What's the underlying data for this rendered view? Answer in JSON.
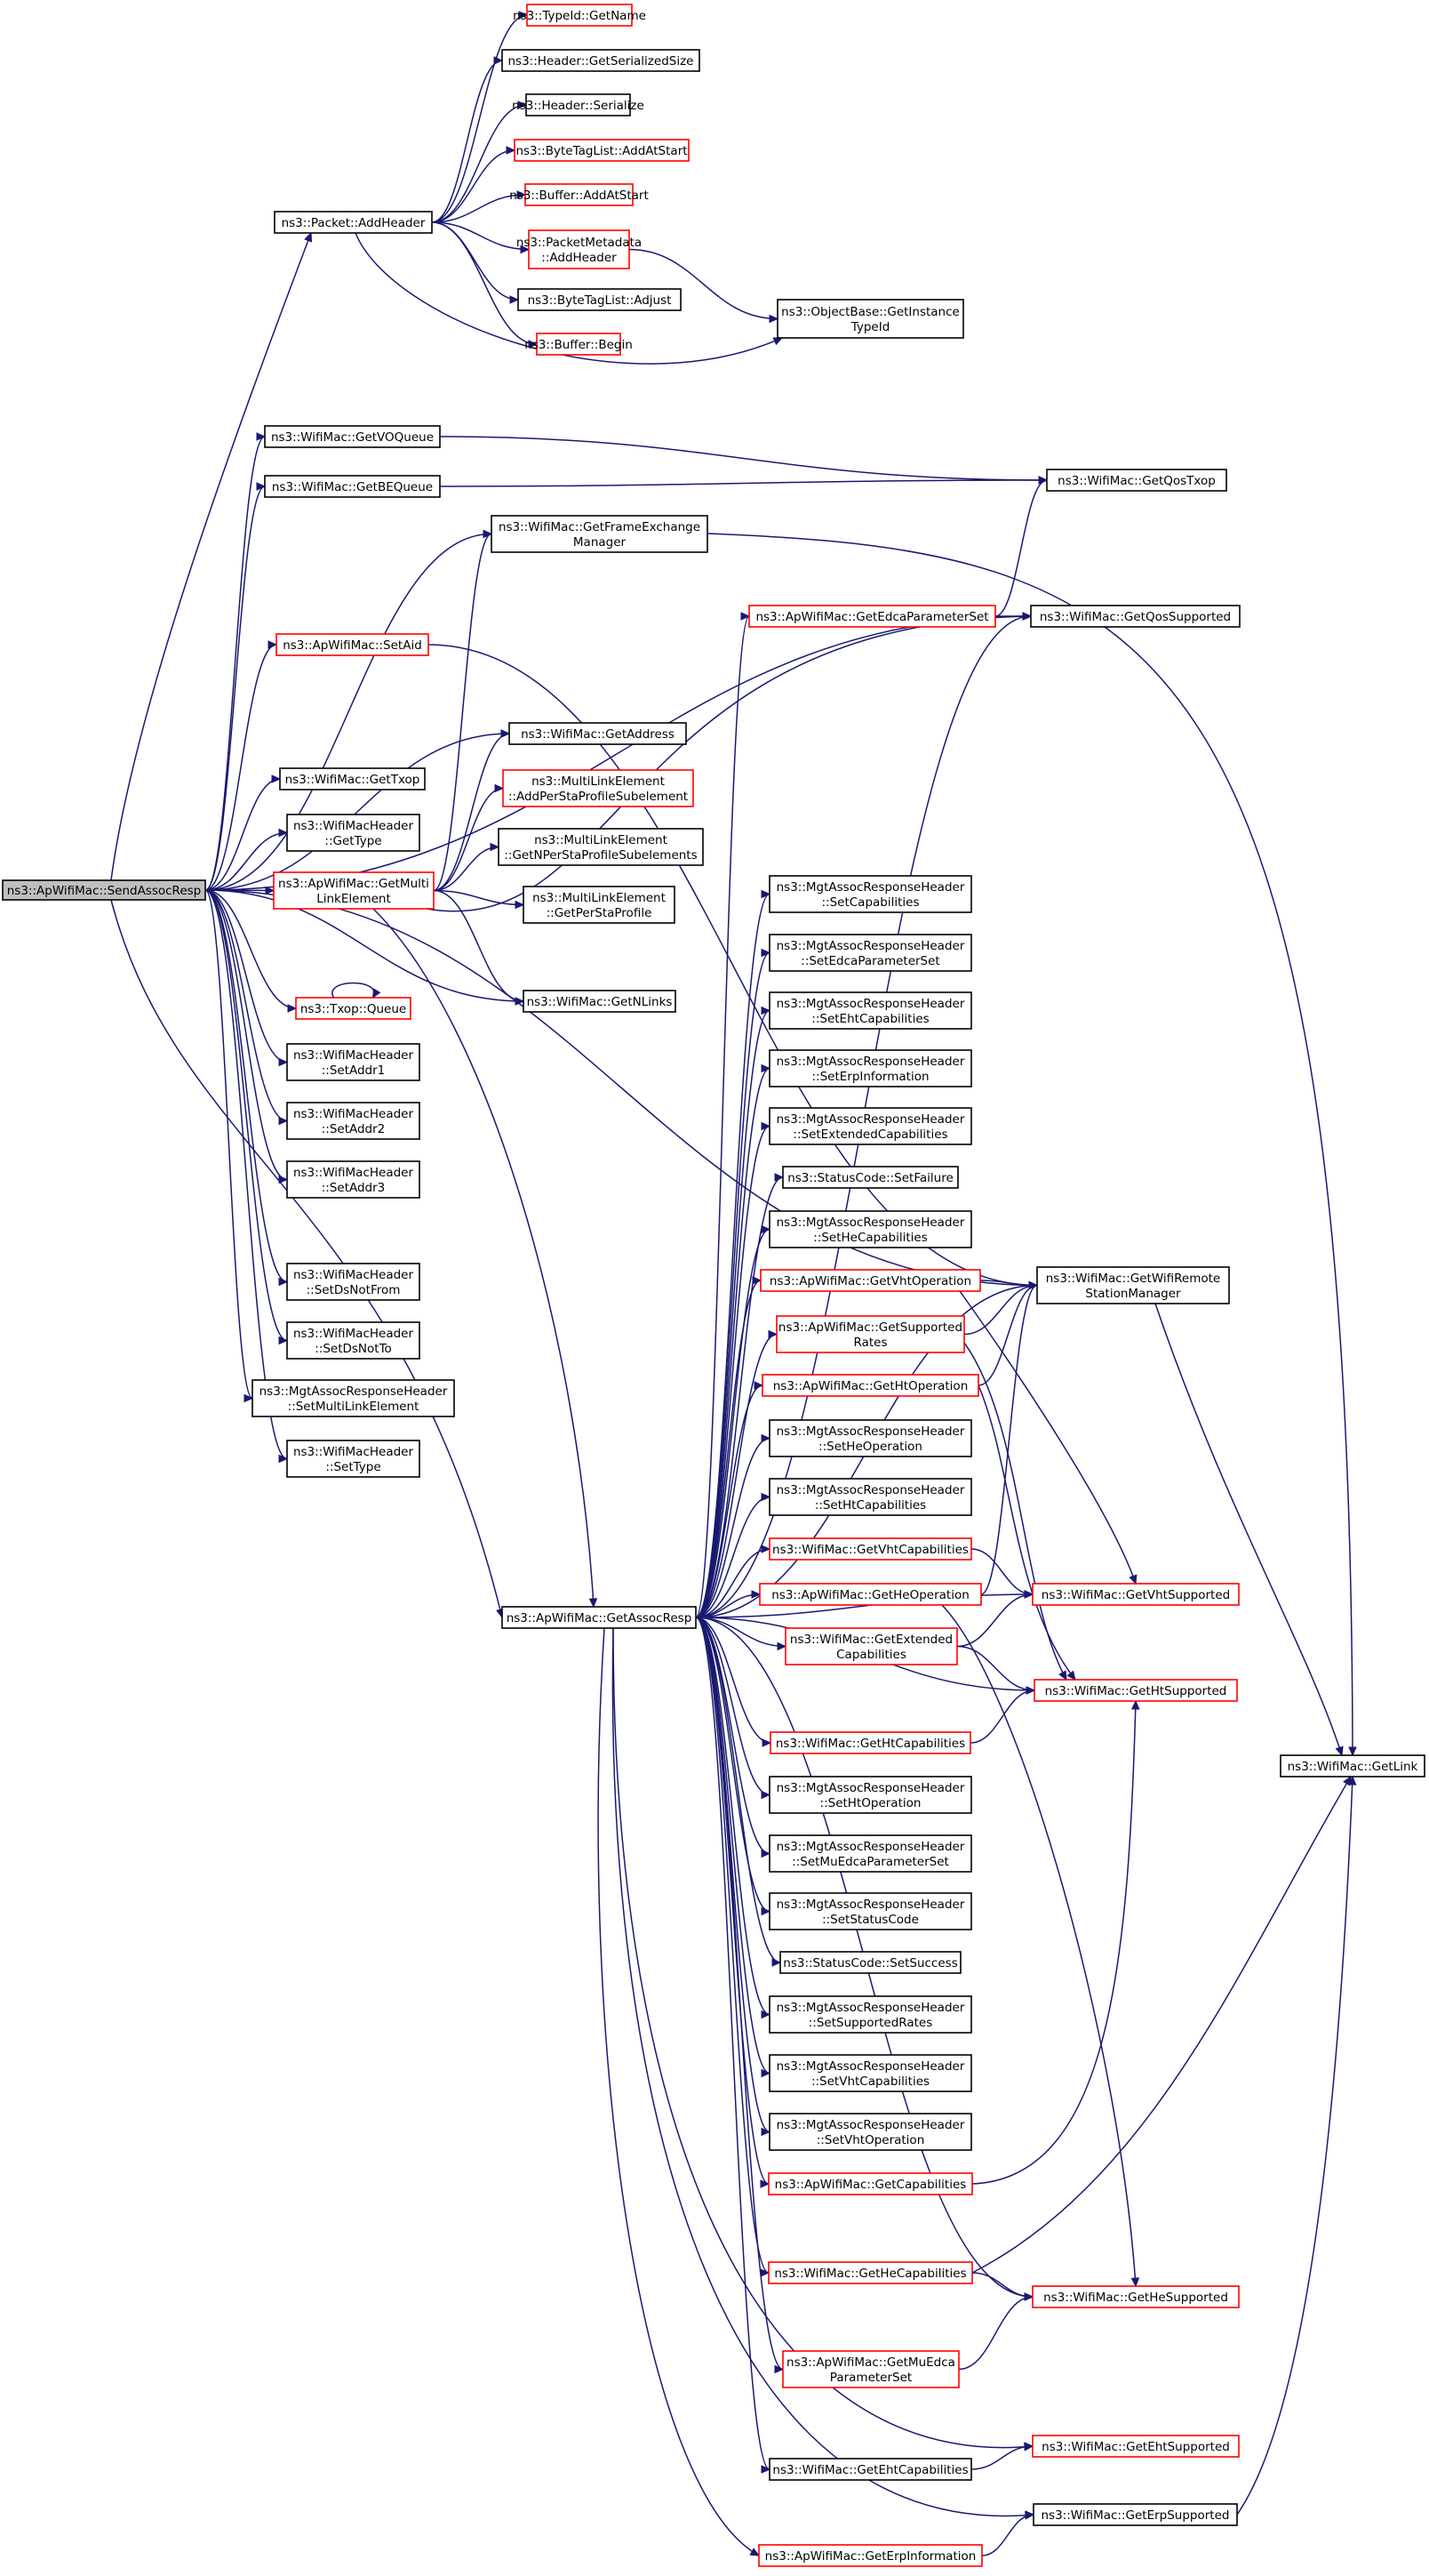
{
  "colors": {
    "edge": "#191970",
    "border_documented": "#000000",
    "border_undocumented": "#ff0000",
    "root_fill": "#bfbfbf",
    "node_fill": "#ffffff"
  },
  "nodes": {
    "send": {
      "lines": [
        "ns3::ApWifiMac::SendAssocResp"
      ],
      "root": true
    },
    "addheader": {
      "lines": [
        "ns3::Packet::AddHeader"
      ]
    },
    "typeid_getname": {
      "lines": [
        "ns3::TypeId::GetName"
      ],
      "red": true
    },
    "hdr_getsersize": {
      "lines": [
        "ns3::Header::GetSerializedSize"
      ]
    },
    "hdr_serialize": {
      "lines": [
        "ns3::Header::Serialize"
      ]
    },
    "btl_addatstart": {
      "lines": [
        "ns3::ByteTagList::AddAtStart"
      ],
      "red": true
    },
    "buf_addatstart": {
      "lines": [
        "ns3::Buffer::AddAtStart"
      ],
      "red": true
    },
    "pm_addheader": {
      "lines": [
        "ns3::PacketMetadata",
        "::AddHeader"
      ],
      "red": true
    },
    "btl_adjust": {
      "lines": [
        "ns3::ByteTagList::Adjust"
      ]
    },
    "buf_begin": {
      "lines": [
        "ns3::Buffer::Begin"
      ],
      "red": true
    },
    "objbase": {
      "lines": [
        "ns3::ObjectBase::GetInstance",
        "TypeId"
      ]
    },
    "getvoq": {
      "lines": [
        "ns3::WifiMac::GetVOQueue"
      ]
    },
    "getbeq": {
      "lines": [
        "ns3::WifiMac::GetBEQueue"
      ]
    },
    "getfem": {
      "lines": [
        "ns3::WifiMac::GetFrameExchange",
        "Manager"
      ]
    },
    "getqostxop": {
      "lines": [
        "ns3::WifiMac::GetQosTxop"
      ]
    },
    "getedca": {
      "lines": [
        "ns3::ApWifiMac::GetEdcaParameterSet"
      ],
      "red": true
    },
    "getqossup": {
      "lines": [
        "ns3::WifiMac::GetQosSupported"
      ]
    },
    "setaid": {
      "lines": [
        "ns3::ApWifiMac::SetAid"
      ],
      "red": true
    },
    "getaddress": {
      "lines": [
        "ns3::WifiMac::GetAddress"
      ]
    },
    "gettxop": {
      "lines": [
        "ns3::WifiMac::GetTxop"
      ]
    },
    "mle_addper": {
      "lines": [
        "ns3::MultiLinkElement",
        "::AddPerStaProfileSubelement"
      ],
      "red": true
    },
    "whdr_gettype": {
      "lines": [
        "ns3::WifiMacHeader",
        "::GetType"
      ]
    },
    "mle_getn": {
      "lines": [
        "ns3::MultiLinkElement",
        "::GetNPerStaProfileSubelements"
      ]
    },
    "getmulti": {
      "lines": [
        "ns3::ApWifiMac::GetMulti",
        "LinkElement"
      ],
      "red": true
    },
    "mle_getper": {
      "lines": [
        "ns3::MultiLinkElement",
        "::GetPerStaProfile"
      ]
    },
    "getnlinks": {
      "lines": [
        "ns3::WifiMac::GetNLinks"
      ]
    },
    "txopqueue": {
      "lines": [
        "ns3::Txop::Queue"
      ],
      "red": true
    },
    "setaddr1": {
      "lines": [
        "ns3::WifiMacHeader",
        "::SetAddr1"
      ]
    },
    "setaddr2": {
      "lines": [
        "ns3::WifiMacHeader",
        "::SetAddr2"
      ]
    },
    "setaddr3": {
      "lines": [
        "ns3::WifiMacHeader",
        "::SetAddr3"
      ]
    },
    "setdsnotfrom": {
      "lines": [
        "ns3::WifiMacHeader",
        "::SetDsNotFrom"
      ]
    },
    "setdsnotto": {
      "lines": [
        "ns3::WifiMacHeader",
        "::SetDsNotTo"
      ]
    },
    "setmle": {
      "lines": [
        "ns3::MgtAssocResponseHeader",
        "::SetMultiLinkElement"
      ]
    },
    "whdr_settype": {
      "lines": [
        "ns3::WifiMacHeader",
        "::SetType"
      ]
    },
    "getassocresp": {
      "lines": [
        "ns3::ApWifiMac::GetAssocResp"
      ]
    },
    "m_setcap": {
      "lines": [
        "ns3::MgtAssocResponseHeader",
        "::SetCapabilities"
      ]
    },
    "m_setedca": {
      "lines": [
        "ns3::MgtAssocResponseHeader",
        "::SetEdcaParameterSet"
      ]
    },
    "m_seteht": {
      "lines": [
        "ns3::MgtAssocResponseHeader",
        "::SetEhtCapabilities"
      ]
    },
    "m_seterp": {
      "lines": [
        "ns3::MgtAssocResponseHeader",
        "::SetErpInformation"
      ]
    },
    "m_setext": {
      "lines": [
        "ns3::MgtAssocResponseHeader",
        "::SetExtendedCapabilities"
      ]
    },
    "sc_setfailure": {
      "lines": [
        "ns3::StatusCode::SetFailure"
      ]
    },
    "m_sethecap": {
      "lines": [
        "ns3::MgtAssocResponseHeader",
        "::SetHeCapabilities"
      ]
    },
    "getvhtop": {
      "lines": [
        "ns3::ApWifiMac::GetVhtOperation"
      ],
      "red": true
    },
    "getwrsm": {
      "lines": [
        "ns3::WifiMac::GetWifiRemote",
        "StationManager"
      ]
    },
    "getsuprates": {
      "lines": [
        "ns3::ApWifiMac::GetSupported",
        "Rates"
      ],
      "red": true
    },
    "gethtop": {
      "lines": [
        "ns3::ApWifiMac::GetHtOperation"
      ],
      "red": true
    },
    "m_setheop": {
      "lines": [
        "ns3::MgtAssocResponseHeader",
        "::SetHeOperation"
      ]
    },
    "m_sethtcap": {
      "lines": [
        "ns3::MgtAssocResponseHeader",
        "::SetHtCapabilities"
      ]
    },
    "getvhtcap": {
      "lines": [
        "ns3::WifiMac::GetVhtCapabilities"
      ],
      "red": true
    },
    "getheop": {
      "lines": [
        "ns3::ApWifiMac::GetHeOperation"
      ],
      "red": true
    },
    "getvhtsup": {
      "lines": [
        "ns3::WifiMac::GetVhtSupported"
      ],
      "red": true
    },
    "getextcap": {
      "lines": [
        "ns3::WifiMac::GetExtended",
        "Capabilities"
      ],
      "red": true
    },
    "gethtsup": {
      "lines": [
        "ns3::WifiMac::GetHtSupported"
      ],
      "red": true
    },
    "gethtcap": {
      "lines": [
        "ns3::WifiMac::GetHtCapabilities"
      ],
      "red": true
    },
    "getlink": {
      "lines": [
        "ns3::WifiMac::GetLink"
      ]
    },
    "m_sethtop": {
      "lines": [
        "ns3::MgtAssocResponseHeader",
        "::SetHtOperation"
      ]
    },
    "m_setmuedca": {
      "lines": [
        "ns3::MgtAssocResponseHeader",
        "::SetMuEdcaParameterSet"
      ]
    },
    "m_setstatus": {
      "lines": [
        "ns3::MgtAssocResponseHeader",
        "::SetStatusCode"
      ]
    },
    "sc_setsuccess": {
      "lines": [
        "ns3::StatusCode::SetSuccess"
      ]
    },
    "m_setsuprates": {
      "lines": [
        "ns3::MgtAssocResponseHeader",
        "::SetSupportedRates"
      ]
    },
    "m_setvhtcap": {
      "lines": [
        "ns3::MgtAssocResponseHeader",
        "::SetVhtCapabilities"
      ]
    },
    "m_setvhtop": {
      "lines": [
        "ns3::MgtAssocResponseHeader",
        "::SetVhtOperation"
      ]
    },
    "getcaps": {
      "lines": [
        "ns3::ApWifiMac::GetCapabilities"
      ],
      "red": true
    },
    "gethecap": {
      "lines": [
        "ns3::WifiMac::GetHeCapabilities"
      ],
      "red": true
    },
    "gethesup": {
      "lines": [
        "ns3::WifiMac::GetHeSupported"
      ],
      "red": true
    },
    "getmuedca": {
      "lines": [
        "ns3::ApWifiMac::GetMuEdca",
        "ParameterSet"
      ],
      "red": true
    },
    "getehtsup": {
      "lines": [
        "ns3::WifiMac::GetEhtSupported"
      ],
      "red": true
    },
    "getehtcap": {
      "lines": [
        "ns3::WifiMac::GetEhtCapabilities"
      ]
    },
    "geterpsup": {
      "lines": [
        "ns3::WifiMac::GetErpSupported"
      ]
    },
    "geterpinfo": {
      "lines": [
        "ns3::ApWifiMac::GetErpInformation"
      ],
      "red": true
    }
  },
  "edges": [
    [
      "send",
      "addheader"
    ],
    [
      "send",
      "getvoq"
    ],
    [
      "send",
      "getbeq"
    ],
    [
      "send",
      "getfem"
    ],
    [
      "send",
      "getqossup"
    ],
    [
      "send",
      "setaid"
    ],
    [
      "send",
      "getaddress"
    ],
    [
      "send",
      "gettxop"
    ],
    [
      "send",
      "whdr_gettype"
    ],
    [
      "send",
      "getmulti"
    ],
    [
      "send",
      "getnlinks"
    ],
    [
      "send",
      "getwrsm"
    ],
    [
      "send",
      "txopqueue"
    ],
    [
      "send",
      "setaddr1"
    ],
    [
      "send",
      "setaddr2"
    ],
    [
      "send",
      "setaddr3"
    ],
    [
      "send",
      "setdsnotfrom"
    ],
    [
      "send",
      "setdsnotto"
    ],
    [
      "send",
      "setmle"
    ],
    [
      "send",
      "whdr_settype"
    ],
    [
      "send",
      "getassocresp"
    ],
    [
      "addheader",
      "typeid_getname"
    ],
    [
      "addheader",
      "hdr_getsersize"
    ],
    [
      "addheader",
      "hdr_serialize"
    ],
    [
      "addheader",
      "btl_addatstart"
    ],
    [
      "addheader",
      "buf_addatstart"
    ],
    [
      "addheader",
      "pm_addheader"
    ],
    [
      "addheader",
      "btl_adjust"
    ],
    [
      "addheader",
      "buf_begin"
    ],
    [
      "addheader",
      "objbase"
    ],
    [
      "pm_addheader",
      "objbase"
    ],
    [
      "getvoq",
      "getqostxop"
    ],
    [
      "getbeq",
      "getqostxop"
    ],
    [
      "getfem",
      "getlink"
    ],
    [
      "setaid",
      "getwrsm"
    ],
    [
      "getmulti",
      "getfem"
    ],
    [
      "getmulti",
      "getaddress"
    ],
    [
      "getmulti",
      "mle_addper"
    ],
    [
      "getmulti",
      "mle_getn"
    ],
    [
      "getmulti",
      "mle_getper"
    ],
    [
      "getmulti",
      "getnlinks"
    ],
    [
      "getmulti",
      "getassocresp"
    ],
    [
      "getmulti",
      "getqossup"
    ],
    [
      "txopqueue",
      "txopqueue"
    ],
    [
      "getedca",
      "getqostxop"
    ],
    [
      "getedca",
      "getqossup"
    ],
    [
      "getassocresp",
      "getedca"
    ],
    [
      "getassocresp",
      "getqossup"
    ],
    [
      "getassocresp",
      "getwrsm"
    ],
    [
      "getassocresp",
      "m_setcap"
    ],
    [
      "getassocresp",
      "m_setedca"
    ],
    [
      "getassocresp",
      "m_seteht"
    ],
    [
      "getassocresp",
      "m_seterp"
    ],
    [
      "getassocresp",
      "m_setext"
    ],
    [
      "getassocresp",
      "sc_setfailure"
    ],
    [
      "getassocresp",
      "m_sethecap"
    ],
    [
      "getassocresp",
      "getvhtop"
    ],
    [
      "getassocresp",
      "getsuprates"
    ],
    [
      "getassocresp",
      "gethtop"
    ],
    [
      "getassocresp",
      "m_setheop"
    ],
    [
      "getassocresp",
      "m_sethtcap"
    ],
    [
      "getassocresp",
      "getvhtcap"
    ],
    [
      "getassocresp",
      "getheop"
    ],
    [
      "getassocresp",
      "getvhtsup"
    ],
    [
      "getassocresp",
      "getextcap"
    ],
    [
      "getassocresp",
      "gethtcap"
    ],
    [
      "getassocresp",
      "m_sethtop"
    ],
    [
      "getassocresp",
      "m_setmuedca"
    ],
    [
      "getassocresp",
      "m_setstatus"
    ],
    [
      "getassocresp",
      "sc_setsuccess"
    ],
    [
      "getassocresp",
      "m_setsuprates"
    ],
    [
      "getassocresp",
      "m_setvhtcap"
    ],
    [
      "getassocresp",
      "m_setvhtop"
    ],
    [
      "getassocresp",
      "getcaps"
    ],
    [
      "getassocresp",
      "gethecap"
    ],
    [
      "getassocresp",
      "getmuedca"
    ],
    [
      "getassocresp",
      "getehtsup"
    ],
    [
      "getassocresp",
      "getehtcap"
    ],
    [
      "getassocresp",
      "geterpsup"
    ],
    [
      "getassocresp",
      "geterpinfo"
    ],
    [
      "getassocresp",
      "gethtsup"
    ],
    [
      "getassocresp",
      "gethesup"
    ],
    [
      "getvhtop",
      "getwrsm"
    ],
    [
      "getvhtop",
      "getvhtsup"
    ],
    [
      "getsuprates",
      "getwrsm"
    ],
    [
      "getsuprates",
      "gethtsup"
    ],
    [
      "gethtop",
      "getwrsm"
    ],
    [
      "gethtop",
      "gethtsup"
    ],
    [
      "getvhtcap",
      "getvhtsup"
    ],
    [
      "getheop",
      "getwrsm"
    ],
    [
      "getheop",
      "gethesup"
    ],
    [
      "getextcap",
      "getvhtsup"
    ],
    [
      "getextcap",
      "gethtsup"
    ],
    [
      "gethtcap",
      "gethtsup"
    ],
    [
      "getwrsm",
      "getlink"
    ],
    [
      "getcaps",
      "gethtsup"
    ],
    [
      "gethecap",
      "gethesup"
    ],
    [
      "gethecap",
      "getlink"
    ],
    [
      "getmuedca",
      "gethesup"
    ],
    [
      "getehtcap",
      "getehtsup"
    ],
    [
      "geterpsup",
      "getlink"
    ],
    [
      "geterpinfo",
      "geterpsup"
    ]
  ]
}
